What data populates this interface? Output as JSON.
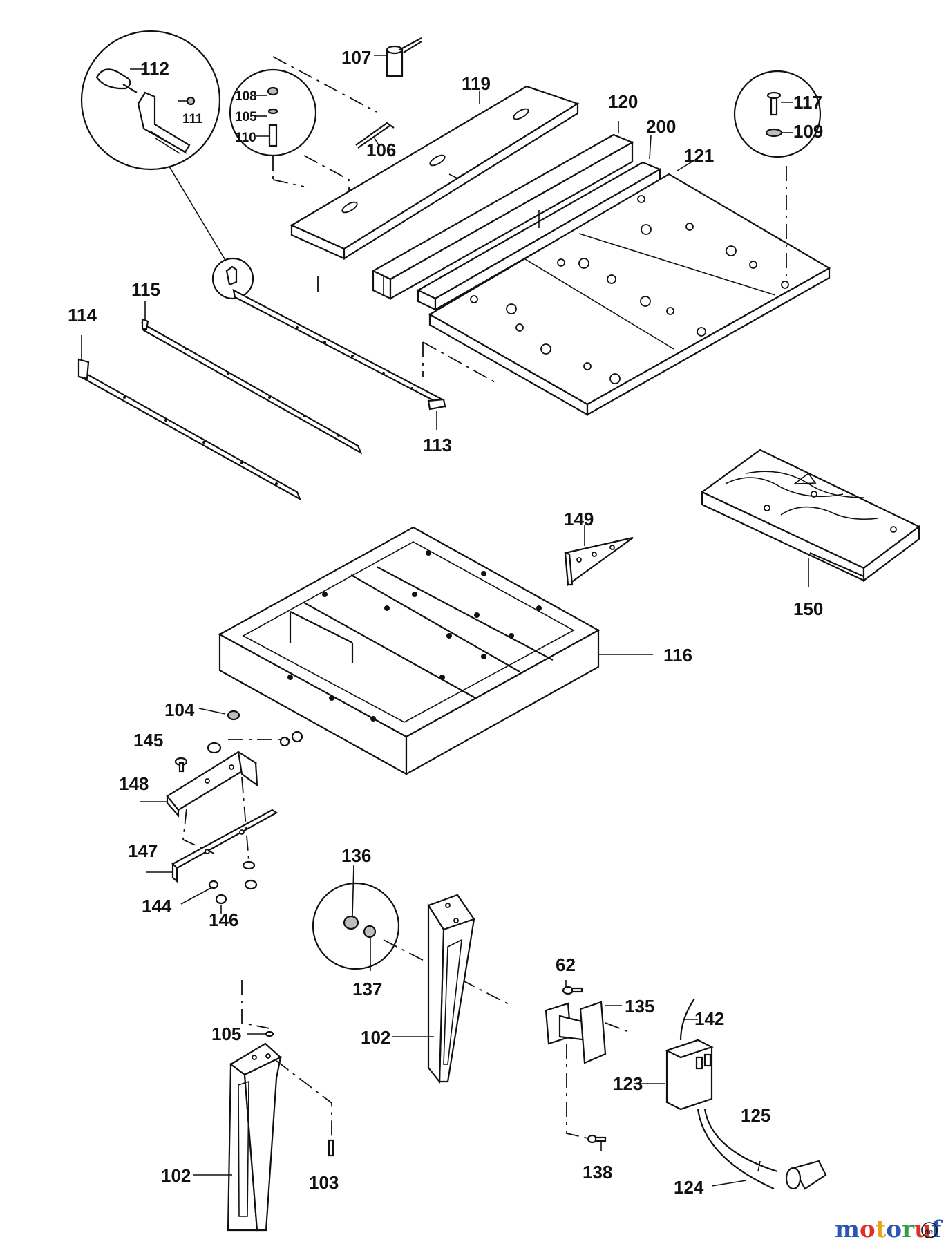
{
  "labels": {
    "l112": "112",
    "l111": "111",
    "l107": "107",
    "l108": "108",
    "l105a": "105",
    "l110": "110",
    "l106": "106",
    "l119": "119",
    "l120": "120",
    "l200": "200",
    "l121": "121",
    "l117": "117",
    "l109": "109",
    "l115": "115",
    "l114": "114",
    "l113": "113",
    "l149": "149",
    "l150": "150",
    "l116": "116",
    "l104": "104",
    "l145": "145",
    "l148": "148",
    "l147": "147",
    "l144": "144",
    "l146": "146",
    "l136": "136",
    "l137": "137",
    "l62": "62",
    "l135": "135",
    "l142": "142",
    "l102a": "102",
    "l123": "123",
    "l125": "125",
    "l124": "124",
    "l105b": "105",
    "l102b": "102",
    "l103": "103",
    "l138": "138"
  },
  "watermark": {
    "letters": [
      "m",
      "o",
      "t",
      "o",
      "r",
      "u",
      "f"
    ],
    "colors": [
      "#2a55b3",
      "#d8352a",
      "#e6a21c",
      "#2a55b3",
      "#2f9e44",
      "#d8352a",
      "#2a55b3"
    ]
  }
}
